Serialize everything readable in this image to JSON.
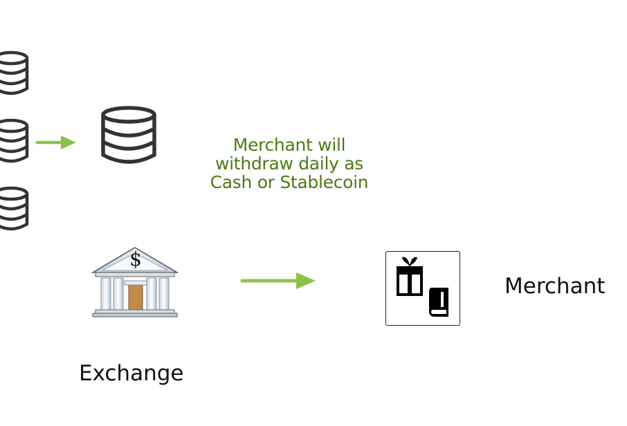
{
  "caption": {
    "line1": "Merchant will",
    "line2": "withdraw daily as",
    "line3": "Cash or Stablecoin"
  },
  "exchange": {
    "label": "Exchange",
    "symbol": "$",
    "icon": "bank-icon"
  },
  "merchant": {
    "label": "Merchant",
    "icons": [
      "gift-icon",
      "book-icon"
    ]
  },
  "colors": {
    "arrow": "#8bc34a",
    "caption_text": "#4a7a12",
    "database_stroke": "#333333",
    "label_text": "#111111"
  },
  "icons": {
    "database": "database-icon",
    "arrow": "arrow-right-icon"
  }
}
